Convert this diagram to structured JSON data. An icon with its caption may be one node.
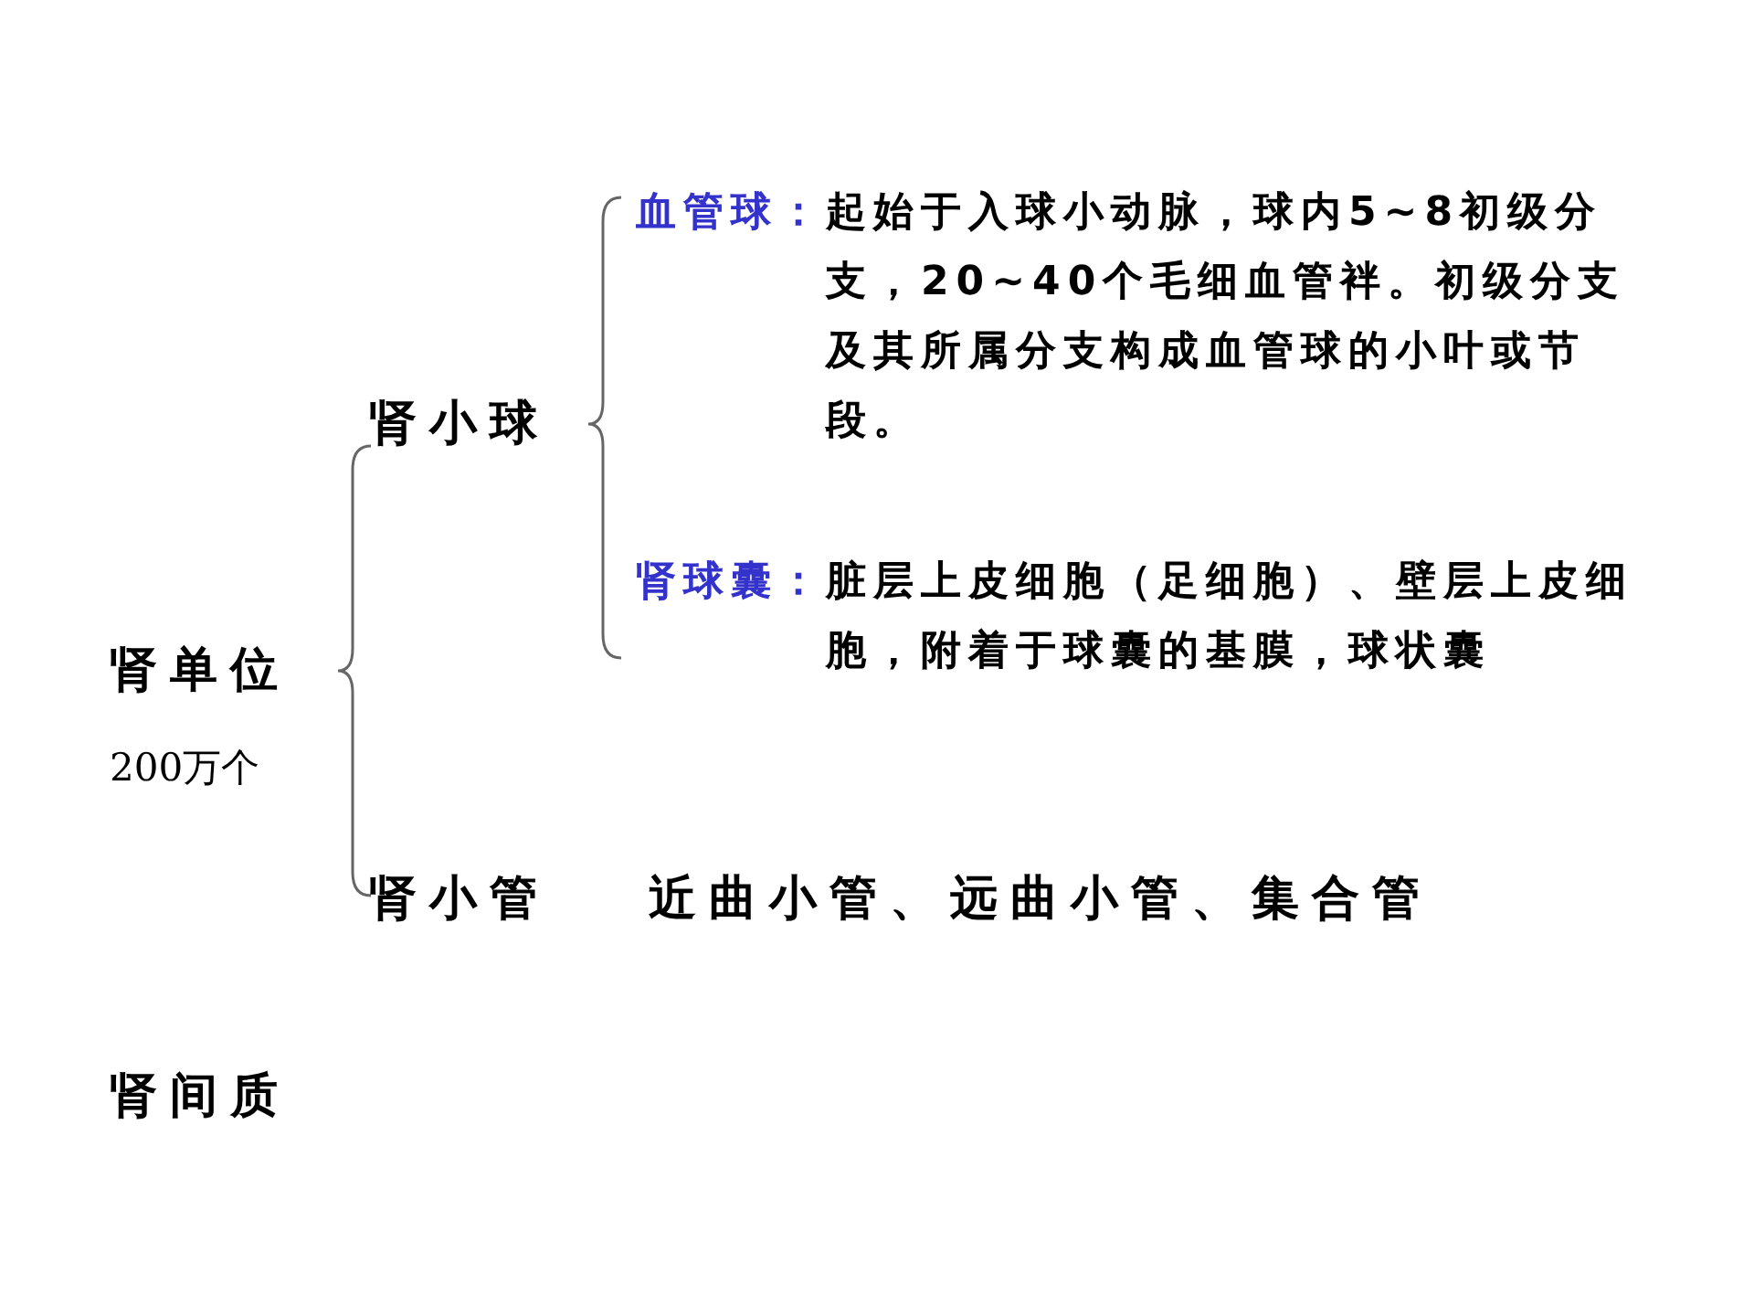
{
  "diagram": {
    "labels": [
      "血管球：",
      "起始于入球小动脉，球内5~8初级分支，20~40个毛细血管袢。初级分支及其所属分支构成血管球的小叶或节段。",
      "肾小球",
      "肾球囊：",
      "脏层上皮细胞（足细胞）、壁层上皮细胞，附着于球囊的基膜，球状囊",
      "肾单位",
      "200万个",
      "肾小管",
      "近曲小管、远曲小管、集合管",
      "肾间质"
    ]
  }
}
